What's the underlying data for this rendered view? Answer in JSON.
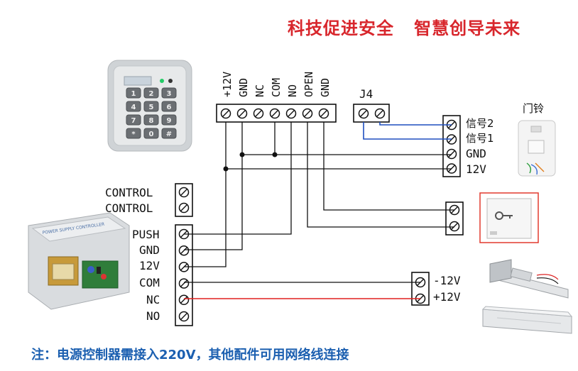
{
  "slogan": "科技促进安全   智慧创导未来",
  "note": "注：电源控制器需接入220V，其他配件可用网络线连接",
  "keypad": {
    "keys": [
      "1",
      "2",
      "3",
      "4",
      "5",
      "6",
      "7",
      "8",
      "9",
      "*",
      "0",
      "#"
    ]
  },
  "reader_terminals": [
    "+12V",
    "GND",
    "NC",
    "COM",
    "NO",
    "OPEN",
    "GND"
  ],
  "j4_label": "J4",
  "doorbell": {
    "title": "门铃",
    "terminals": [
      "信号2",
      "信号1",
      "GND",
      "12V"
    ]
  },
  "power_controller": {
    "panel_title": "POWER SUPPLY CONTROLLER",
    "control_terminals": [
      "CONTROL",
      "CONTROL"
    ],
    "terminals": [
      "PUSH",
      "GND",
      "12V",
      "COM",
      "NC",
      "NO"
    ]
  },
  "lock_terminals": [
    "-12V",
    "+12V"
  ],
  "colors": {
    "slogan": "#d8262c",
    "note": "#1b5fb0",
    "wire_blue": "#1f4fbf",
    "wire_red": "#e0211f",
    "button_frame": "#e23a2f"
  }
}
